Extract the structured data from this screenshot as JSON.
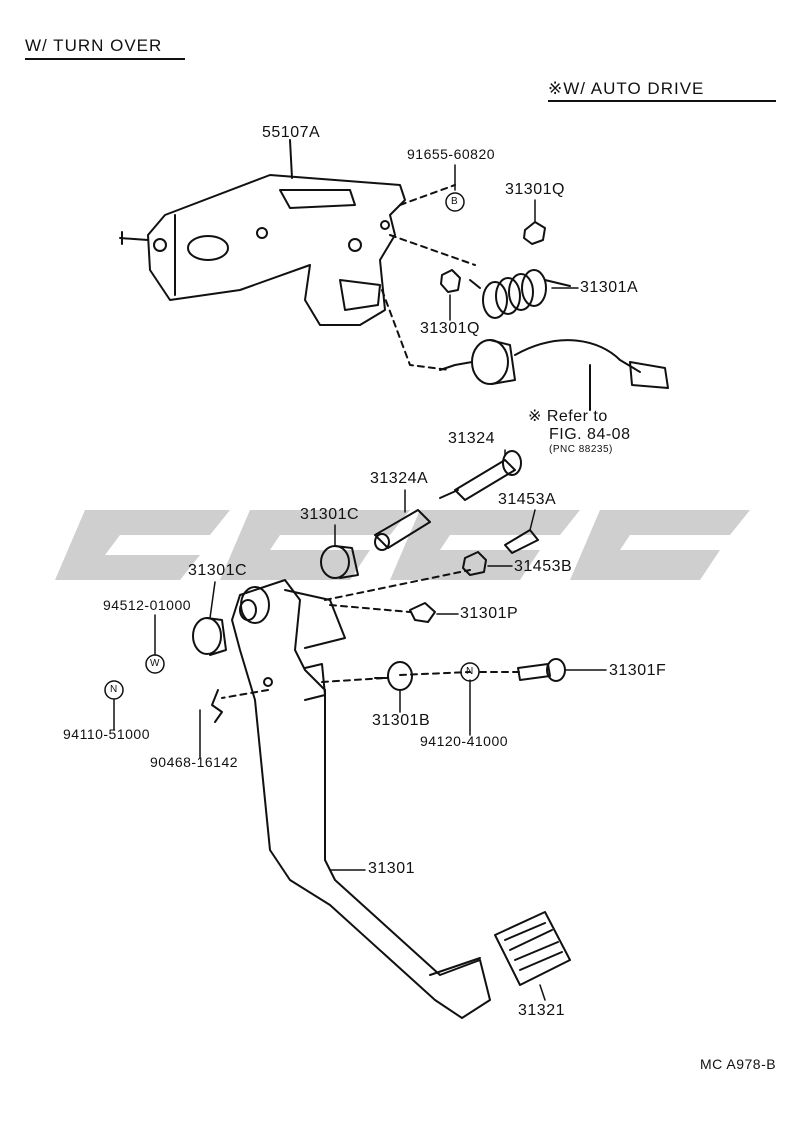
{
  "header": {
    "left_title": "W/ TURN OVER",
    "right_title": "※W/ AUTO DRIVE"
  },
  "labels": {
    "p55107A": "55107A",
    "p91655": "91655-60820",
    "p31301Q_top": "31301Q",
    "p31301A": "31301A",
    "p31301Q_bot": "31301Q",
    "refer_line1": "※ Refer to",
    "refer_line2": "FIG. 84-08",
    "refer_line3": "(PNC 88235)",
    "p31324": "31324",
    "p31324A": "31324A",
    "p31453A": "31453A",
    "p31301C_a": "31301C",
    "p31453B": "31453B",
    "p31301C_b": "31301C",
    "p94512": "94512-01000",
    "p31301P": "31301P",
    "p31301F": "31301F",
    "p94110": "94110-51000",
    "p31301B": "31301B",
    "p94120": "94120-41000",
    "p90468": "90468-16142",
    "p31301": "31301",
    "p31321": "31321",
    "figure_code": "MC A978-B"
  },
  "symbols": {
    "B": "B",
    "W": "W",
    "N1": "N",
    "N2": "N"
  },
  "colors": {
    "line": "#111111",
    "watermark": "#cfcfcf"
  }
}
